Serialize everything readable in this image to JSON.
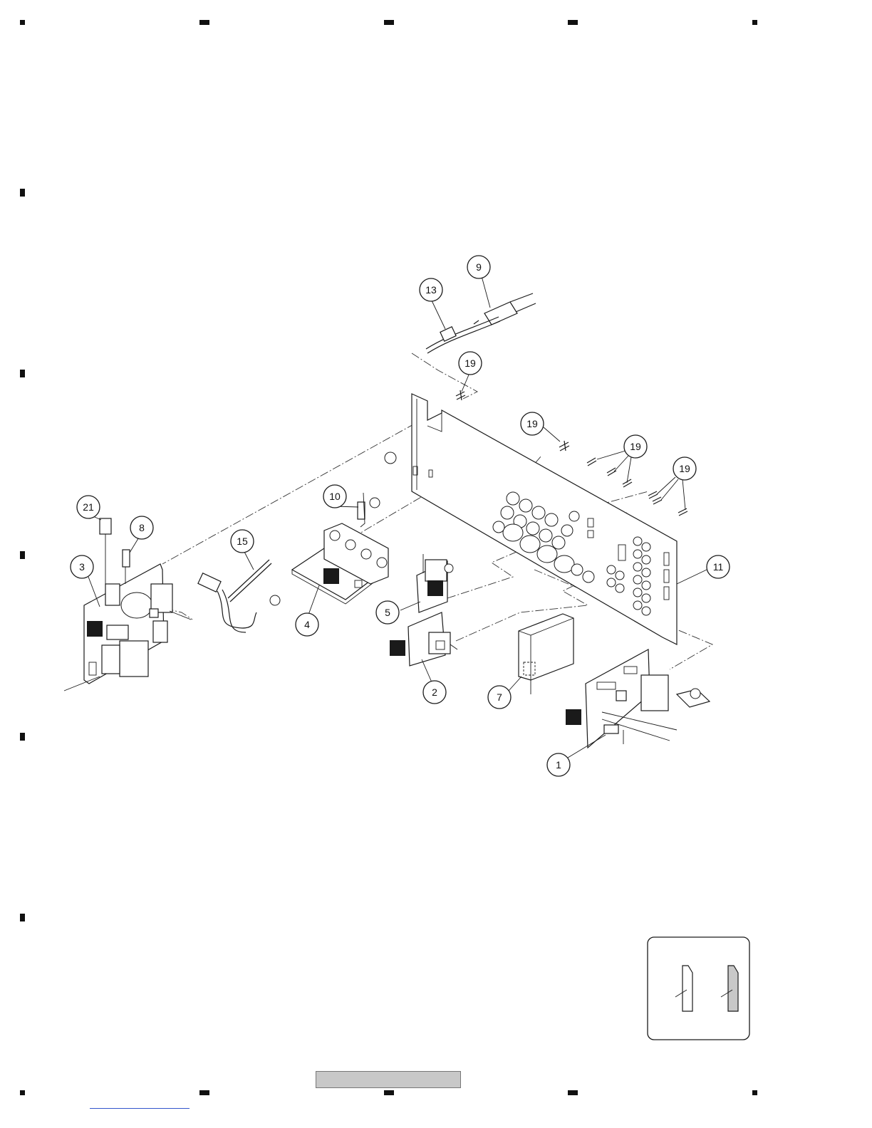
{
  "callouts": [
    {
      "id": "1",
      "label": "1"
    },
    {
      "id": "2",
      "label": "2"
    },
    {
      "id": "3",
      "label": "3"
    },
    {
      "id": "4",
      "label": "4"
    },
    {
      "id": "5",
      "label": "5"
    },
    {
      "id": "7",
      "label": "7"
    },
    {
      "id": "8",
      "label": "8"
    },
    {
      "id": "9",
      "label": "9"
    },
    {
      "id": "10",
      "label": "10"
    },
    {
      "id": "11",
      "label": "11"
    },
    {
      "id": "13",
      "label": "13"
    },
    {
      "id": "15",
      "label": "15"
    },
    {
      "id": "19a",
      "label": "19"
    },
    {
      "id": "19b",
      "label": "19"
    },
    {
      "id": "19c",
      "label": "19"
    },
    {
      "id": "19d",
      "label": "19"
    },
    {
      "id": "21",
      "label": "21"
    }
  ],
  "colors": {
    "line": "#1a1a1a",
    "marker": "#1a1a1a",
    "footer_bar": "#c8c8c8",
    "link": "#3355cc"
  }
}
